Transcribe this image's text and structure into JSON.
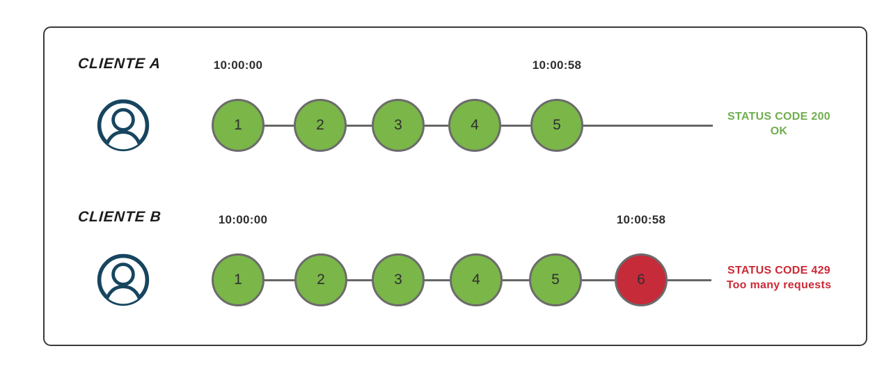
{
  "colors": {
    "circle_green": "#7ab648",
    "circle_red": "#c62b3a",
    "circle_border": "#6b6b6b",
    "line": "#666666",
    "avatar_navy": "#17455f",
    "frame_border": "#3a3a3a",
    "timestamp_text": "#2e2e2e",
    "label_text": "#1c1c1c",
    "status_green": "#6fae4e",
    "status_red": "#cc2936"
  },
  "icons": {
    "client": "user-avatar-icon"
  },
  "rows": [
    {
      "client_label": "CLIENTE A",
      "start_time": "10:00:00",
      "end_time": "10:00:58",
      "requests": [
        {
          "label": "1",
          "status": "ok"
        },
        {
          "label": "2",
          "status": "ok"
        },
        {
          "label": "3",
          "status": "ok"
        },
        {
          "label": "4",
          "status": "ok"
        },
        {
          "label": "5",
          "status": "ok"
        }
      ],
      "status_code_line": "STATUS CODE 200",
      "status_message": "OK"
    },
    {
      "client_label": "CLIENTE B",
      "start_time": "10:00:00",
      "end_time": "10:00:58",
      "requests": [
        {
          "label": "1",
          "status": "ok"
        },
        {
          "label": "2",
          "status": "ok"
        },
        {
          "label": "3",
          "status": "ok"
        },
        {
          "label": "4",
          "status": "ok"
        },
        {
          "label": "5",
          "status": "ok"
        },
        {
          "label": "6",
          "status": "error"
        }
      ],
      "status_code_line": "STATUS CODE 429",
      "status_message": "Too many requests"
    }
  ]
}
